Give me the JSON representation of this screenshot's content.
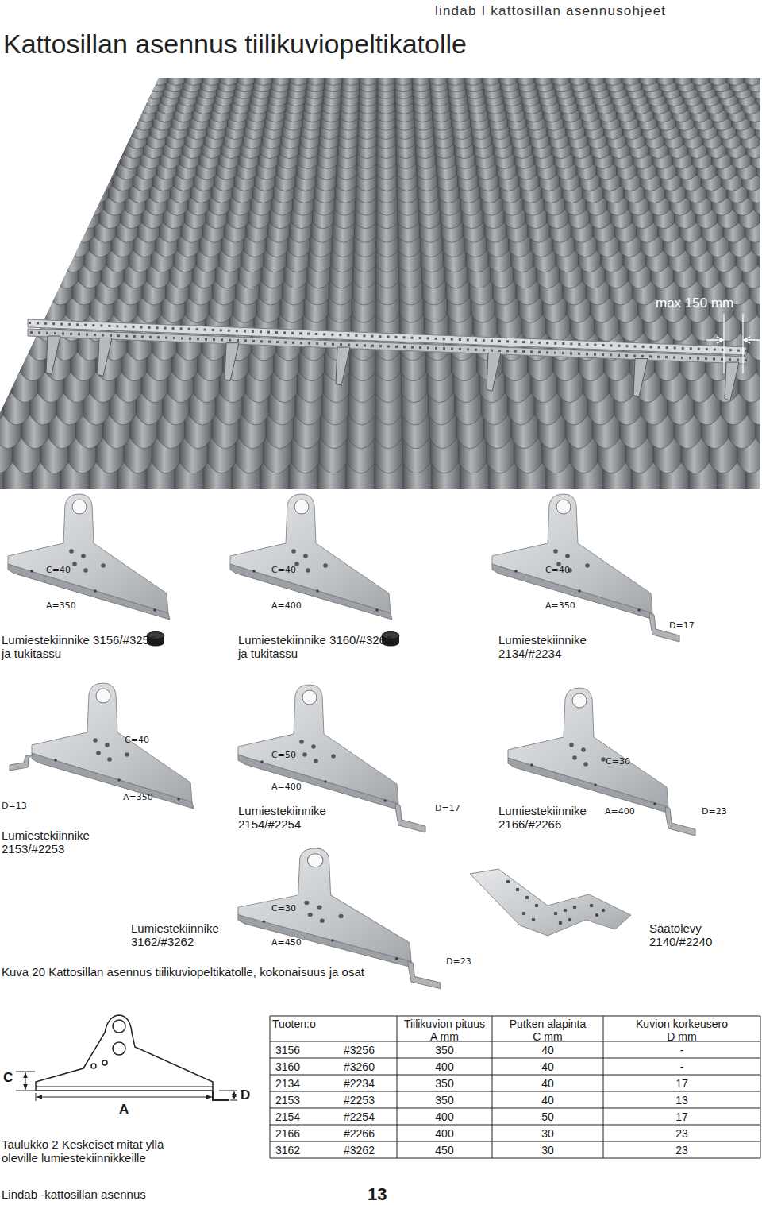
{
  "diagram": {
    "title": "Kattosillan asennus tiilikuviopeltikatolle",
    "caption": "Kuva 20 Kattosillan asennus tiilikuviopeltikatolle, kokonaisuus ja osat",
    "labels": [
      "lindab I kattosillan asennusohjeet",
      "max 150 mm",
      "C=40",
      "A=350",
      "Lumiestekiinnike 3156/#3256 ja tukitassu",
      "C=40",
      "A=400",
      "Lumiestekiinnike 3160/#3260 ja tukitassu",
      "C=40",
      "A=350",
      "Lumiestekiinnike 2134/#2234",
      "D=17",
      "C=40",
      "A=350",
      "D=13",
      "Lumiestekiinnike 2153/#2253",
      "C=50",
      "A=400",
      "Lumiestekiinnike 2154/#2254",
      "D=17",
      "C=30",
      "Lumiestekiinnike 2166/#2266",
      "A=400",
      "D=23",
      "Lumiestekiinnike 3162/#3262",
      "C=30",
      "A=450",
      "D=23",
      "Säätölevy 2140/#2240",
      "C",
      "A",
      "D",
      "Taulukko 2 Keskeiset mitat yllä oleville lumiestekiinnikkeille",
      "Tuoten:o",
      "Tiilikuvion pituus A mm",
      "Putken alapinta C mm",
      "Kuvion korkeusero D mm",
      "3156",
      "#3256",
      "350",
      "40",
      "-",
      "3160",
      "#3260",
      "400",
      "40",
      "-",
      "2134",
      "#2234",
      "350",
      "40",
      "17",
      "2153",
      "#2253",
      "350",
      "40",
      "13",
      "2154",
      "#2254",
      "400",
      "50",
      "17",
      "2166",
      "#2266",
      "400",
      "30",
      "23",
      "3162",
      "#3262",
      "450",
      "30",
      "23",
      "Lindab -kattosillan asennus",
      "13"
    ]
  }
}
